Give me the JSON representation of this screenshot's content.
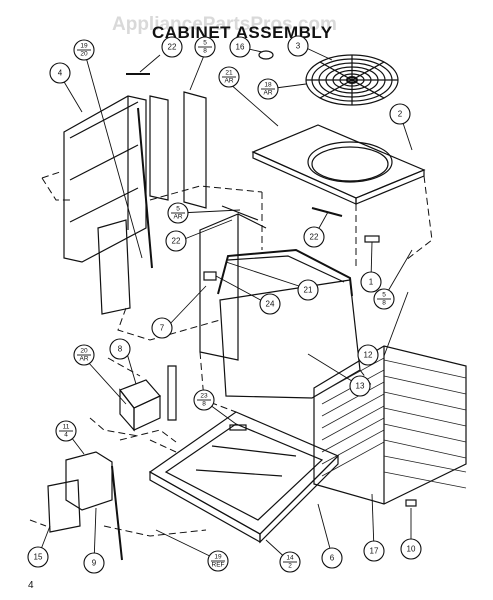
{
  "watermark": "AppliancePartsPros.com",
  "title": "CABINET ASSEMBLY",
  "page_number": "4",
  "callouts": [
    {
      "id": "c22a",
      "text": "22"
    },
    {
      "id": "c5a",
      "top": "5",
      "bottom": "8"
    },
    {
      "id": "c16",
      "text": "16"
    },
    {
      "id": "c3",
      "text": "3"
    },
    {
      "id": "c19",
      "top": "19",
      "bottom": "20"
    },
    {
      "id": "c4",
      "text": "4"
    },
    {
      "id": "c21a",
      "top": "21",
      "bottom": "AR"
    },
    {
      "id": "c18",
      "top": "18",
      "bottom": "AR"
    },
    {
      "id": "c2",
      "text": "2"
    },
    {
      "id": "c5b",
      "top": "5",
      "bottom": "AR"
    },
    {
      "id": "c22b",
      "text": "22"
    },
    {
      "id": "c22c",
      "text": "22"
    },
    {
      "id": "c1",
      "text": "1"
    },
    {
      "id": "c21b",
      "text": "21"
    },
    {
      "id": "c24",
      "text": "24"
    },
    {
      "id": "c7",
      "text": "7"
    },
    {
      "id": "c5c",
      "top": "5",
      "bottom": "8"
    },
    {
      "id": "c12",
      "text": "12"
    },
    {
      "id": "c8",
      "text": "8"
    },
    {
      "id": "c20",
      "top": "20",
      "bottom": "AR"
    },
    {
      "id": "c13",
      "text": "13"
    },
    {
      "id": "c23",
      "top": "23",
      "bottom": "8"
    },
    {
      "id": "c11",
      "top": "11",
      "bottom": "4"
    },
    {
      "id": "c15",
      "text": "15"
    },
    {
      "id": "c9",
      "text": "9"
    },
    {
      "id": "c19b",
      "top": "19",
      "bottom": "REF"
    },
    {
      "id": "c14",
      "top": "14",
      "bottom": "2"
    },
    {
      "id": "c6",
      "text": "6"
    },
    {
      "id": "c17",
      "text": "17"
    },
    {
      "id": "c10",
      "text": "10"
    }
  ]
}
